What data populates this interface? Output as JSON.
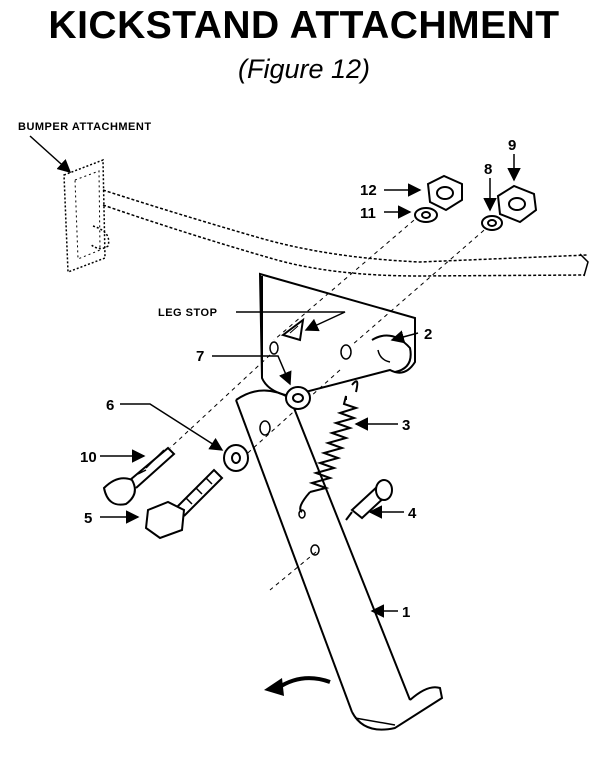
{
  "title": "KICKSTAND ATTACHMENT",
  "subtitle": "(Figure 12)",
  "labels": {
    "bumper": "BUMPER ATTACHMENT",
    "leg_stop": "LEG STOP"
  },
  "callouts": {
    "p1": "1",
    "p2": "2",
    "p3": "3",
    "p4": "4",
    "p5": "5",
    "p6": "6",
    "p7": "7",
    "p8": "8",
    "p9": "9",
    "p10": "10",
    "p11": "11",
    "p12": "12"
  }
}
